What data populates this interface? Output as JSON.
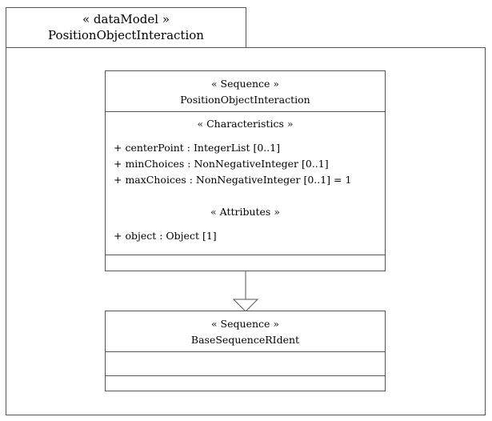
{
  "package": {
    "stereotype": "« dataModel »",
    "name": "PositionObjectInteraction"
  },
  "main_class": {
    "stereotype": "« Sequence »",
    "name": "PositionObjectInteraction",
    "characteristics_title": "« Characteristics »",
    "characteristics": [
      "+ centerPoint : IntegerList [0..1]",
      "+ minChoices : NonNegativeInteger [0..1]",
      "+ maxChoices : NonNegativeInteger [0..1] = 1"
    ],
    "attributes_title": "« Attributes »",
    "attributes": [
      "+ object : Object [1]"
    ]
  },
  "base_class": {
    "stereotype": "« Sequence »",
    "name": "BaseSequenceRIdent"
  }
}
